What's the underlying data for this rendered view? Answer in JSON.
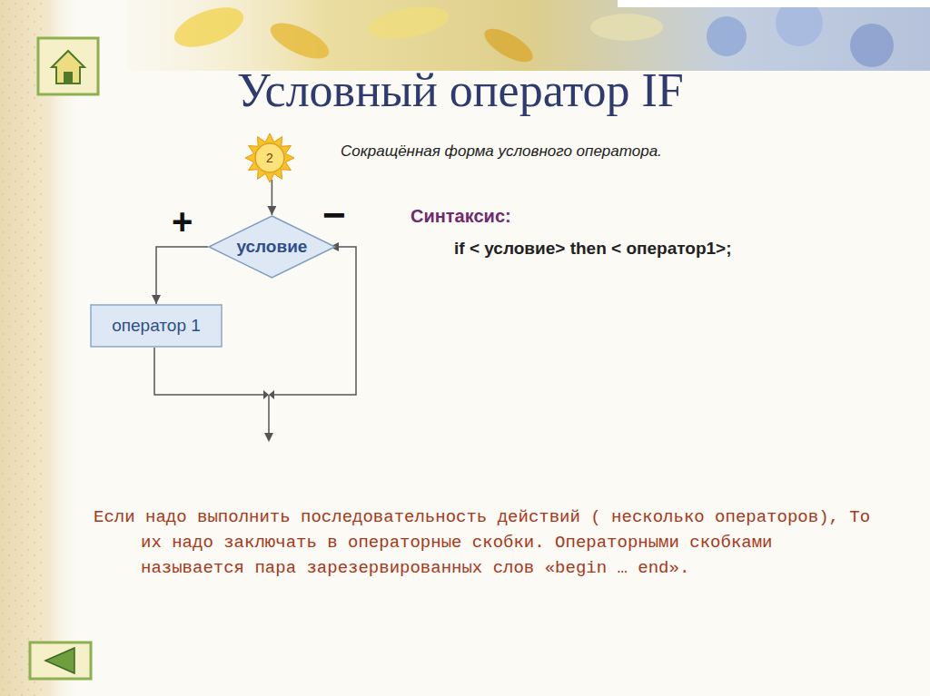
{
  "diagram": {
    "title": "Условный оператор IF",
    "nodes": [
      {
        "text": [
          "2"
        ]
      },
      {
        "text": [
          "условие"
        ]
      },
      {
        "text": [
          "оператор 1"
        ]
      }
    ],
    "edges": [
      {
        "from": 0,
        "to": 1,
        "arrow": "to"
      },
      {
        "from": 1,
        "to": 2,
        "label": "+",
        "arrow": "to"
      }
    ],
    "labels": [
      "Сокращённая форма условного оператора.",
      "−",
      "Синтаксис:",
      "if < условие> then < оператор1>;",
      "Если надо выполнить последовательность действий ( несколько операторов), То их надо заключать в операторные скобки. Операторными скобками называется пара зарезервированных слов «begin … end»."
    ]
  }
}
